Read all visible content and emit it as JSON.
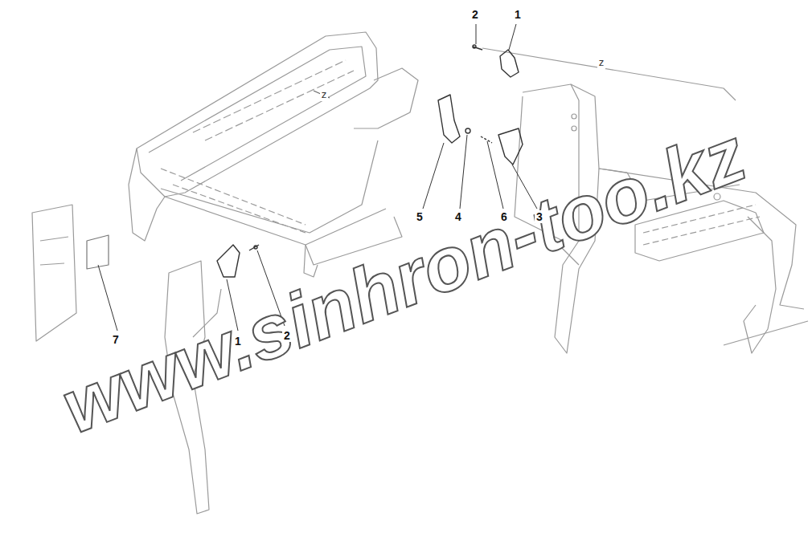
{
  "diagram": {
    "labels": [
      "2",
      "1",
      "z",
      "z",
      "5",
      "4",
      "6",
      "3",
      "7",
      "1",
      "2",
      "www.sinhron-too.kz"
    ]
  }
}
